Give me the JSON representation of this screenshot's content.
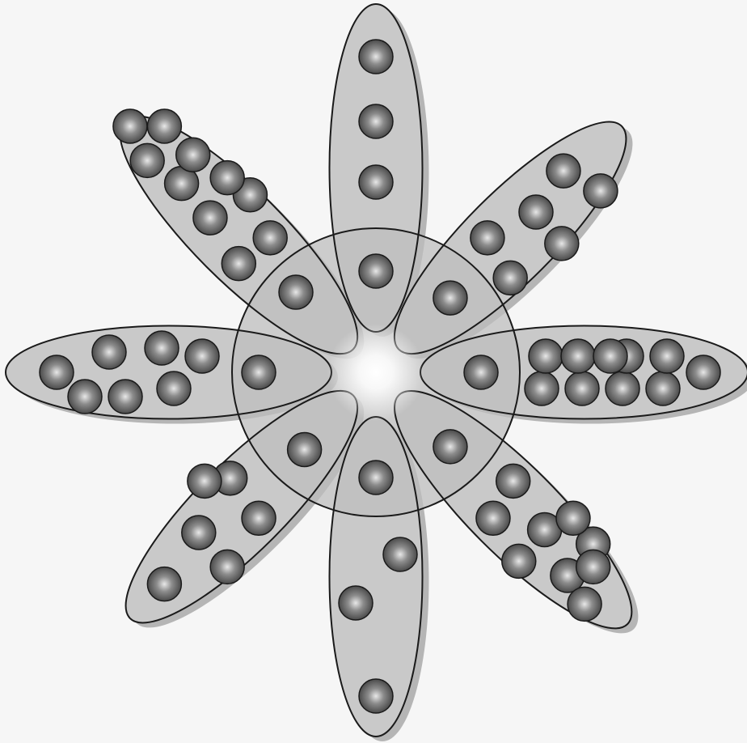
{
  "diagram": {
    "kind": "radial-petal-diagram",
    "petal_count": 8,
    "center_disk": {
      "shape": "circle",
      "fill": "#bdbdbd",
      "stroke": "#1a1a1a"
    },
    "center_glow": {
      "color": "#ffffff"
    },
    "petals": [
      {
        "direction": "north",
        "dot_count": 4,
        "grouped_dots": 3
      },
      {
        "direction": "northeast",
        "dot_count": 7,
        "grouped_dots": 6
      },
      {
        "direction": "east",
        "dot_count": 11,
        "grouped_dots": 10
      },
      {
        "direction": "southeast",
        "dot_count": 10,
        "grouped_dots": 9
      },
      {
        "direction": "south",
        "dot_count": 4,
        "grouped_dots": 3
      },
      {
        "direction": "southwest",
        "dot_count": 7,
        "grouped_dots": 6
      },
      {
        "direction": "west",
        "dot_count": 8,
        "grouped_dots": 7
      },
      {
        "direction": "northwest",
        "dot_count": 11,
        "grouped_dots": 10
      }
    ],
    "colors": {
      "petal_fill": "#c9c9c9",
      "petal_shadow": "#9a9a9a",
      "outline": "#1a1a1a",
      "dot_dark": "#4a4a4a",
      "dot_mid": "#8c8c8c",
      "dot_highlight": "#e8e8e8",
      "background": "#f6f6f6"
    }
  }
}
